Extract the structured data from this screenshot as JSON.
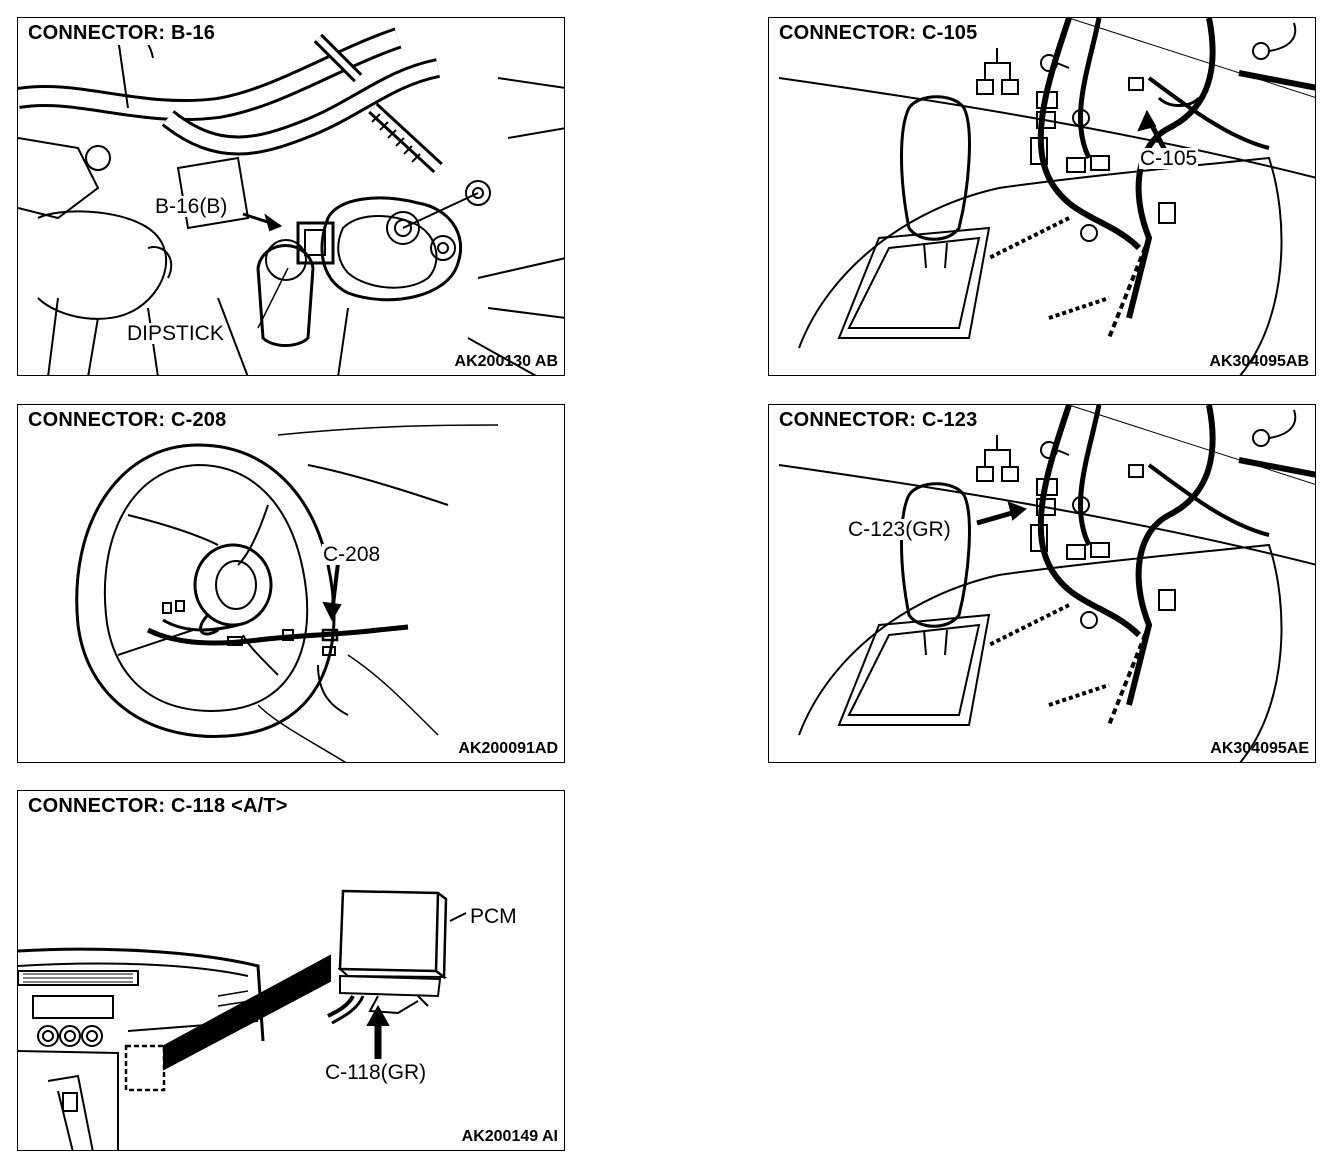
{
  "panels": {
    "b16": {
      "title": "CONNECTOR: B-16",
      "code": "AK200130 AB",
      "labels": {
        "connector": "B-16(B)",
        "dipstick": "DIPSTICK"
      }
    },
    "c105": {
      "title": "CONNECTOR: C-105",
      "code": "AK304095AB",
      "labels": {
        "connector": "C-105"
      }
    },
    "c208": {
      "title": "CONNECTOR: C-208",
      "code": "AK200091AD",
      "labels": {
        "connector": "C-208"
      }
    },
    "c123": {
      "title": "CONNECTOR: C-123",
      "code": "AK304095AE",
      "labels": {
        "connector": "C-123(GR)"
      }
    },
    "c118": {
      "title": "CONNECTOR: C-118 <A/T>",
      "code": "AK200149 AI",
      "labels": {
        "pcm": "PCM",
        "connector": "C-118(GR)"
      }
    }
  },
  "colors": {
    "line": "#000000",
    "background": "#ffffff"
  }
}
